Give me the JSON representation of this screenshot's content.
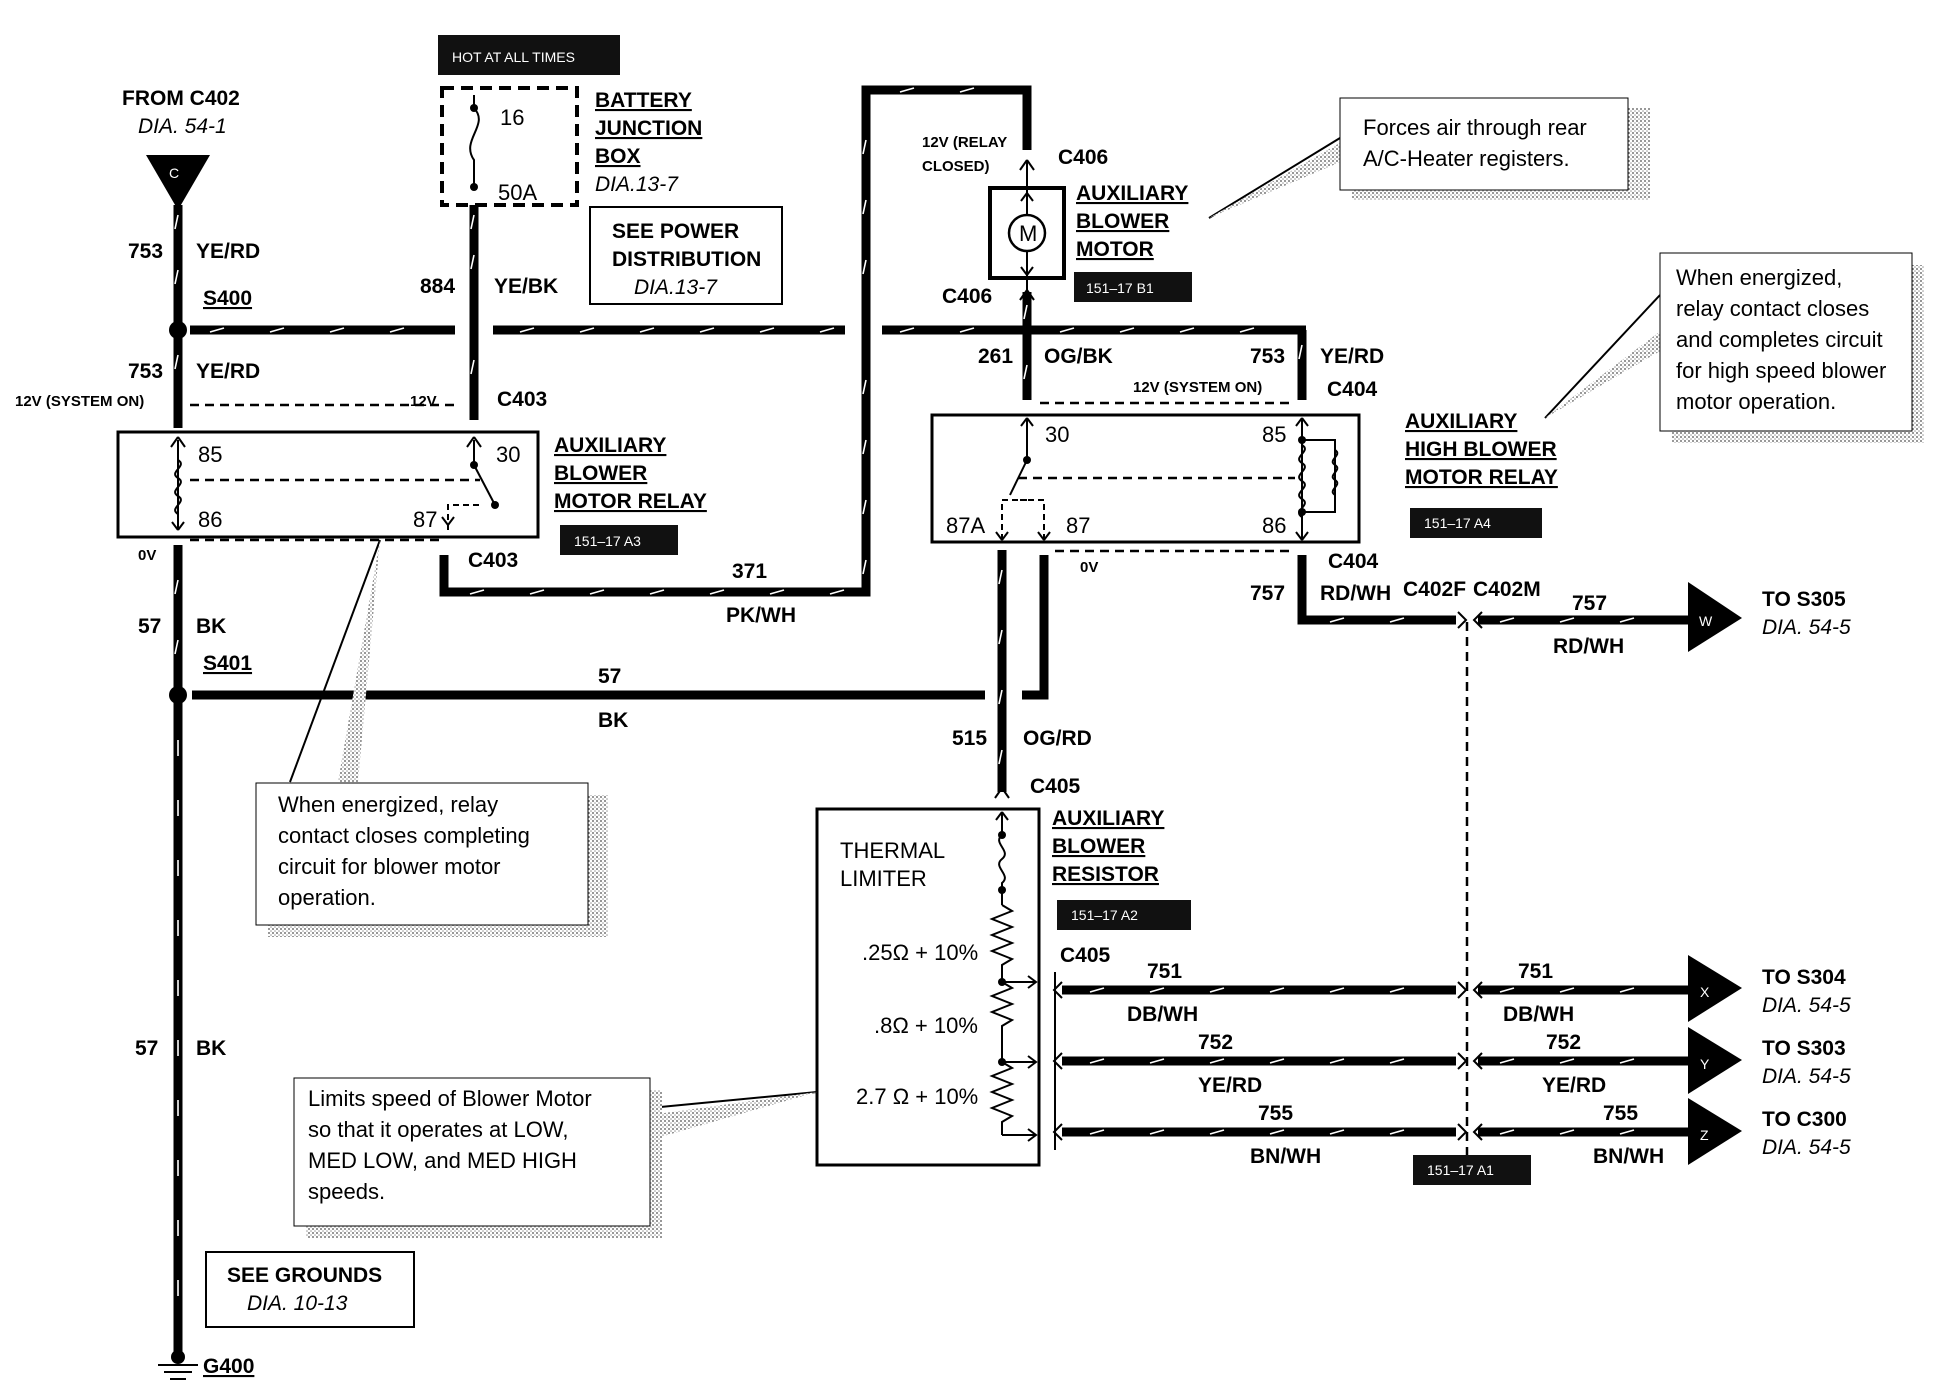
{
  "labels": {
    "hot_at_all_times": "HOT AT ALL TIMES",
    "from_c402": "FROM C402",
    "dia_54_1": "DIA. 54-1",
    "connector_c": "C",
    "battery_junction_1": "BATTERY",
    "battery_junction_2": "JUNCTION",
    "battery_junction_3": "BOX",
    "dia_13_7a": "DIA.13-7",
    "fuse_num": "16",
    "fuse_amp": "50A",
    "see_power_1": "SEE POWER",
    "see_power_2": "DISTRIBUTION",
    "dia_13_7b": "DIA.13-7",
    "w753a": "753",
    "yerd_a": "YE/RD",
    "w884": "884",
    "yebk": "YE/BK",
    "s400": "S400",
    "w753b": "753",
    "yerd_b": "YE/RD",
    "v12_system_on_a": "12V (SYSTEM ON)",
    "v12": "12V",
    "c403a": "C403",
    "p85a": "85",
    "p30a": "30",
    "p86a": "86",
    "p87a": "87",
    "aux_relay_1": "AUXILIARY",
    "aux_relay_2": "BLOWER",
    "aux_relay_3": "MOTOR RELAY",
    "ref_a3": "151–17 A3",
    "c403b": "C403",
    "v0a": "0V",
    "w371": "371",
    "pkwh": "PK/WH",
    "w57a": "57",
    "bk_a": "BK",
    "s401": "S401",
    "w57b": "57",
    "bk_b": "BK",
    "w57c": "57",
    "bk_c": "BK",
    "relay_closed_1": "12V (RELAY",
    "relay_closed_2": "CLOSED)",
    "c406a": "C406",
    "motor_m": "M",
    "aux_motor_1": "AUXILIARY",
    "aux_motor_2": "BLOWER",
    "aux_motor_3": "MOTOR",
    "ref_b1": "151–17 B1",
    "c406b": "C406",
    "w261": "261",
    "ogbk": "OG/BK",
    "w753c": "753",
    "yerd_c": "YE/RD",
    "v12_system_on_b": "12V (SYSTEM ON)",
    "c404a": "C404",
    "p30b": "30",
    "p85b": "85",
    "p87ab": "87A",
    "p87b": "87",
    "p86b": "86",
    "high_relay_1": "AUXILIARY",
    "high_relay_2": "HIGH BLOWER",
    "high_relay_3": "MOTOR RELAY",
    "ref_a4": "151–17 A4",
    "v0b": "0V",
    "c404b": "C404",
    "w757a": "757",
    "rdwh_a": "RD/WH",
    "c402f": "C402F",
    "c402m": "C402M",
    "w757b": "757",
    "rdwh_b": "RD/WH",
    "conn_w": "W",
    "to_s305": "TO S305",
    "dia_54_5a": "DIA. 54-5",
    "w515": "515",
    "ogrd": "OG/RD",
    "c405a": "C405",
    "thermal_1": "THERMAL",
    "thermal_2": "LIMITER",
    "res_1": "AUXILIARY",
    "res_2": "BLOWER",
    "res_3": "RESISTOR",
    "ref_a2": "151–17 A2",
    "c405b": "C405",
    "r1": ".25Ω + 10%",
    "r2": ".8Ω + 10%",
    "r3": "2.7 Ω + 10%",
    "w751a": "751",
    "dbwh_a": "DB/WH",
    "w751b": "751",
    "dbwh_b": "DB/WH",
    "conn_x": "X",
    "to_s304": "TO S304",
    "dia_54_5b": "DIA. 54-5",
    "w752a": "752",
    "yerd_d": "YE/RD",
    "w752b": "752",
    "yerd_e": "YE/RD",
    "conn_y": "Y",
    "to_s303": "TO S303",
    "dia_54_5c": "DIA. 54-5",
    "w755a": "755",
    "bnwh_a": "BN/WH",
    "w755b": "755",
    "bnwh_b": "BN/WH",
    "conn_z": "Z",
    "to_c300": "TO C300",
    "dia_54_5d": "DIA. 54-5",
    "ref_a1": "151–17 A1",
    "see_grounds_1": "SEE GROUNDS",
    "dia_10_13": "DIA. 10-13",
    "g400": "G400"
  },
  "callouts": {
    "forces_1": "Forces air through rear",
    "forces_2": "A/C-Heater registers.",
    "high_1": "When energized,",
    "high_2": "relay contact closes",
    "high_3": "and completes circuit",
    "high_4": "for high speed blower",
    "high_5": "motor operation.",
    "relay_1": "When energized, relay",
    "relay_2": "contact closes completing",
    "relay_3": "circuit for blower motor",
    "relay_4": "operation.",
    "limits_1": "Limits speed of Blower Motor",
    "limits_2": "so that it operates at LOW,",
    "limits_3": "MED LOW, and MED HIGH",
    "limits_4": "speeds."
  }
}
